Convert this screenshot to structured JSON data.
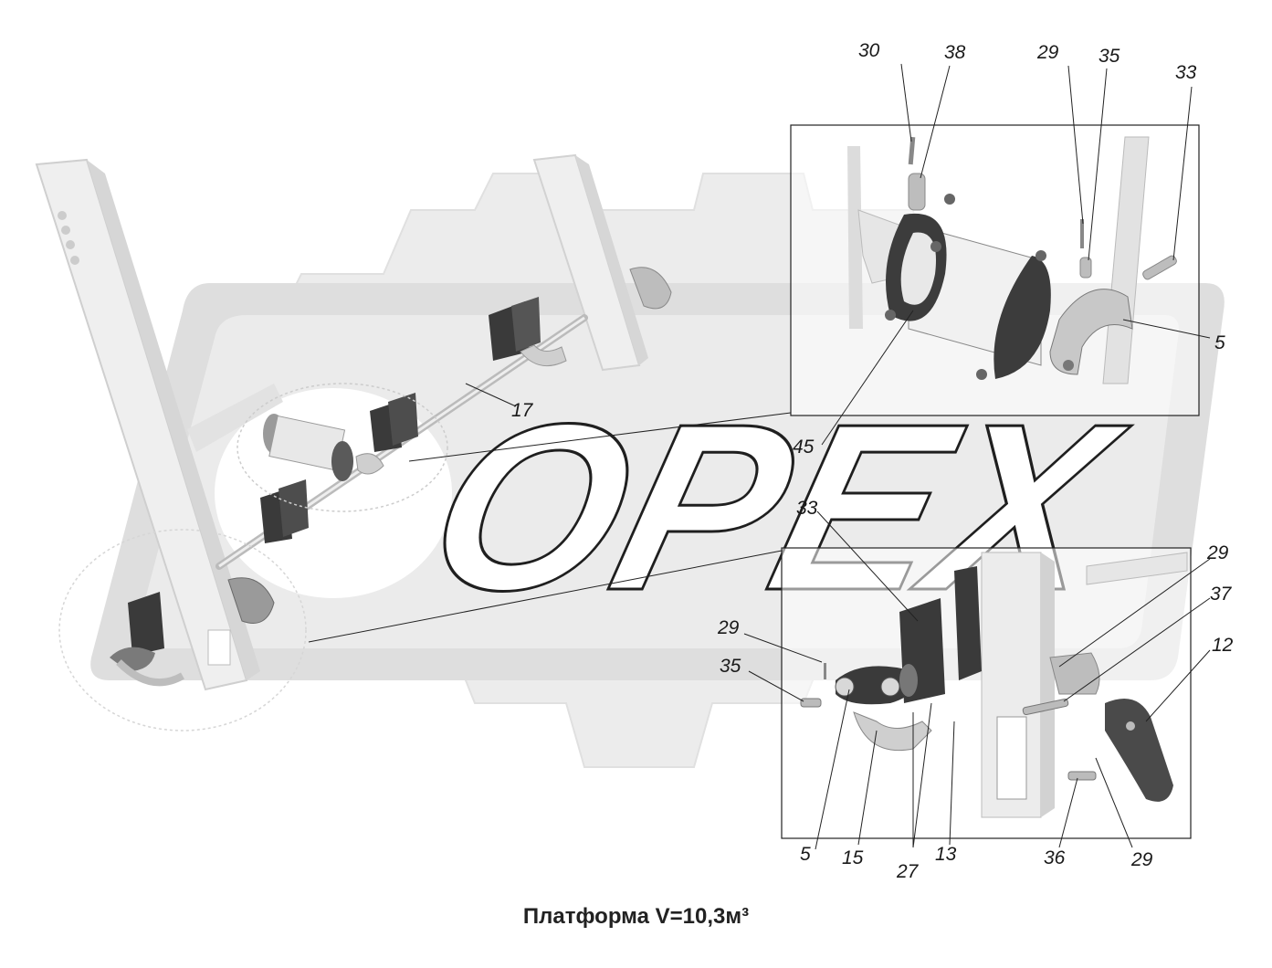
{
  "watermark": {
    "text": "ОРЕХ"
  },
  "caption": "Платформа V=10,3м³",
  "callouts": [
    {
      "id": "c30",
      "text": "30"
    },
    {
      "id": "c38",
      "text": "38"
    },
    {
      "id": "c29a",
      "text": "29"
    },
    {
      "id": "c35a",
      "text": "35"
    },
    {
      "id": "c33a",
      "text": "33"
    },
    {
      "id": "c5a",
      "text": "5"
    },
    {
      "id": "c17",
      "text": "17"
    },
    {
      "id": "c45",
      "text": "45"
    },
    {
      "id": "c33b",
      "text": "33"
    },
    {
      "id": "c29b",
      "text": "29"
    },
    {
      "id": "c37",
      "text": "37"
    },
    {
      "id": "c29c",
      "text": "29"
    },
    {
      "id": "c12",
      "text": "12"
    },
    {
      "id": "c35b",
      "text": "35"
    },
    {
      "id": "c5b",
      "text": "5"
    },
    {
      "id": "c15",
      "text": "15"
    },
    {
      "id": "c27",
      "text": "27"
    },
    {
      "id": "c13",
      "text": "13"
    },
    {
      "id": "c36",
      "text": "36"
    },
    {
      "id": "c29d",
      "text": "29"
    }
  ],
  "colors": {
    "watermark": "#e4e4e4",
    "part_light": "#eeeeee",
    "part_mid": "#c8c8c8",
    "part_dark": "#3a3a3a",
    "line": "#222222"
  }
}
